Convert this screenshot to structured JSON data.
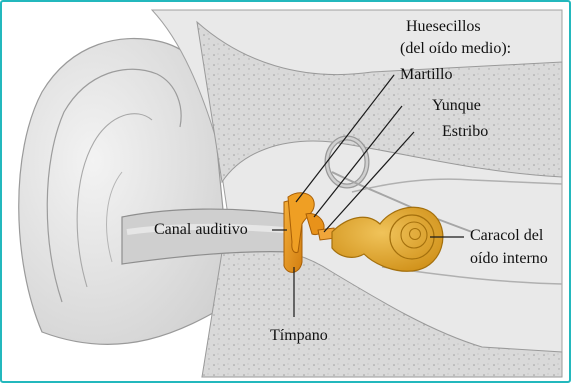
{
  "figure": {
    "labels": {
      "ossicles_heading_line1": "Huesecillos",
      "ossicles_heading_line2": "(del oído medio):",
      "hammer": "Martillo",
      "anvil": "Yunque",
      "stirrup": "Estribo",
      "ear_canal": "Canal auditivo",
      "cochlea_line1": "Caracol del",
      "cochlea_line2": "oído interno",
      "eardrum": "Tímpano"
    }
  },
  "colors": {
    "frame": "#23b8bd",
    "skin_light": "#ededed",
    "skin_mid": "#dcdcdc",
    "skin_shadow": "#bfbfbf",
    "bone": "#d4d4d4",
    "ossicle_orange": "#e8961a",
    "ossicle_dark": "#c9770f",
    "cochlea_gold": "#e0a422"
  }
}
